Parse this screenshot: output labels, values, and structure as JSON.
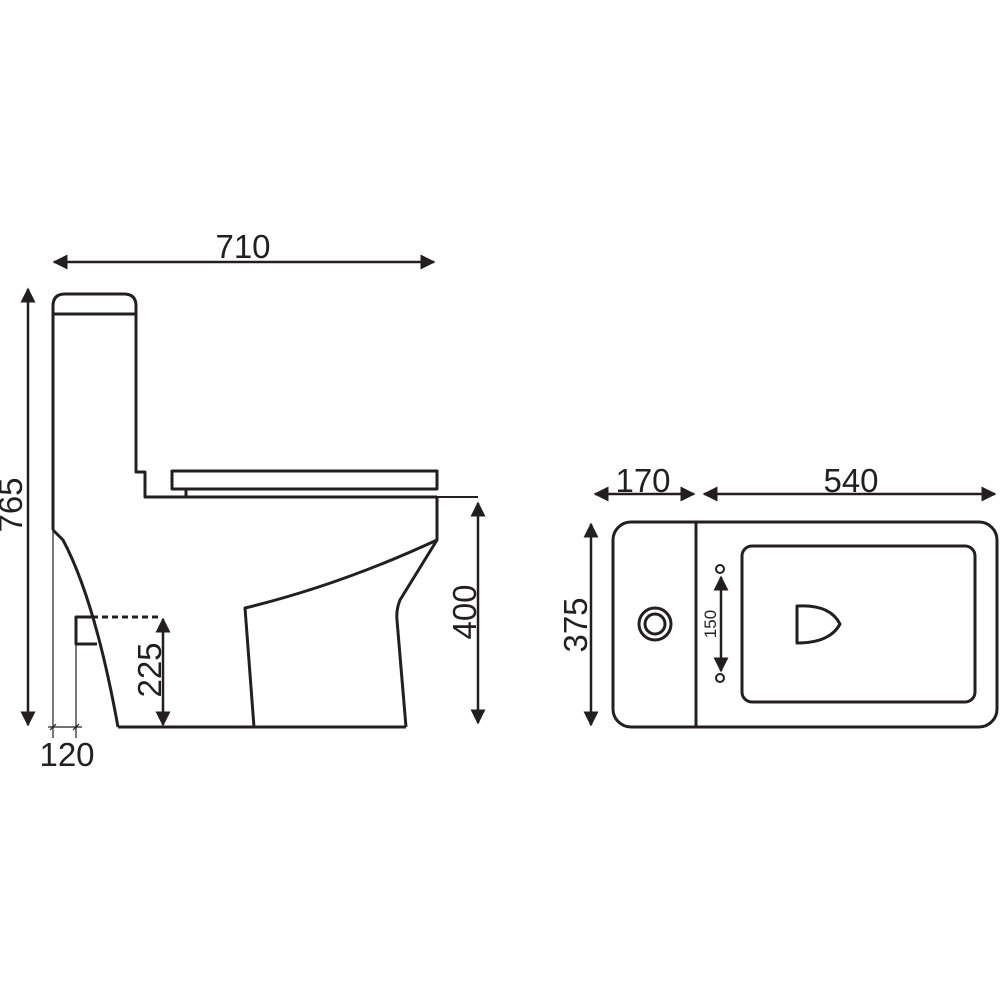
{
  "side_view": {
    "dimensions": {
      "overall_length": "710",
      "overall_height": "765",
      "seat_height": "400",
      "outlet_height": "225",
      "outlet_offset": "120"
    }
  },
  "top_view": {
    "dimensions": {
      "tank_depth": "170",
      "bowl_length": "540",
      "width": "375",
      "mounting_hole_spacing": "150"
    }
  },
  "colors": {
    "line": "#231f20",
    "background": "#ffffff"
  }
}
